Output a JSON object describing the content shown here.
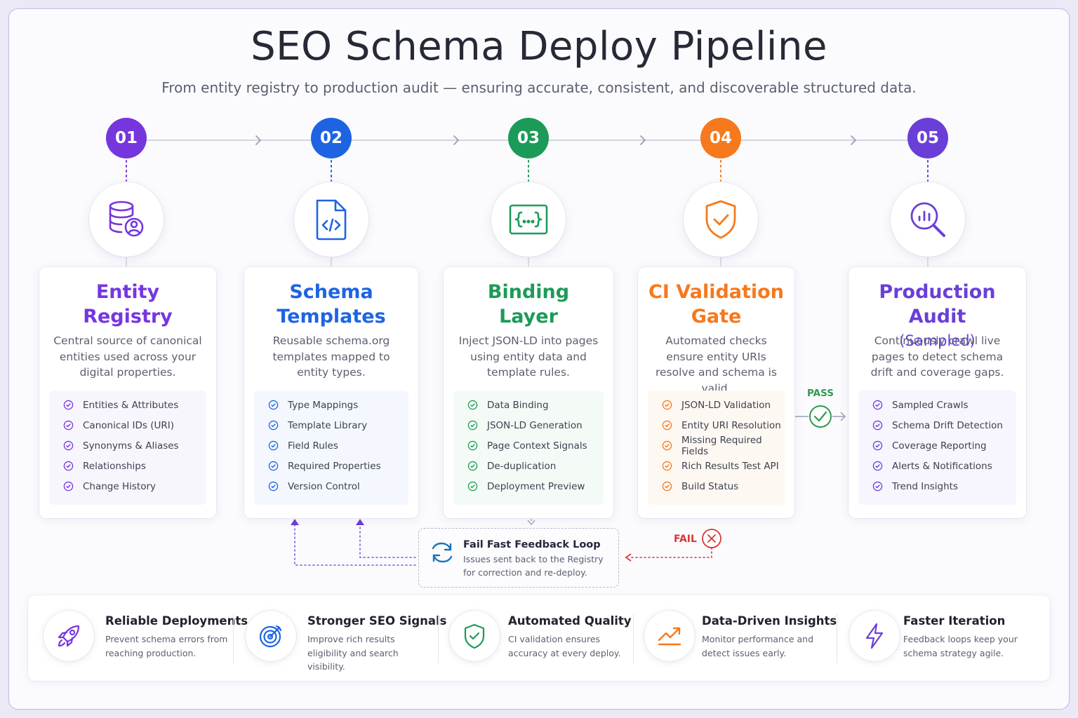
{
  "header": {
    "title": "SEO Schema Deploy Pipeline",
    "subtitle": "From entity registry to production audit — ensuring accurate, consistent, and discoverable structured data."
  },
  "colors": {
    "step1": "#7636de",
    "step2": "#1e64e2",
    "step3": "#1c9b58",
    "step4": "#f6791d",
    "step5": "#6a3fd8",
    "pass": "#2e9a4e",
    "fail": "#d93636"
  },
  "steps": [
    {
      "number": "01",
      "icon": "database-user-icon",
      "title_line1": "Entity",
      "title_line2": "Registry",
      "desc": "Central source of canonical entities used across your digital properties.",
      "items": [
        "Entities & Attributes",
        "Canonical IDs (URI)",
        "Synonyms & Aliases",
        "Relationships",
        "Change History"
      ]
    },
    {
      "number": "02",
      "icon": "code-file-icon",
      "title_line1": "Schema",
      "title_line2": "Templates",
      "desc": "Reusable schema.org templates mapped to entity types.",
      "items": [
        "Type Mappings",
        "Template Library",
        "Field Rules",
        "Required Properties",
        "Version Control"
      ]
    },
    {
      "number": "03",
      "icon": "json-braces-icon",
      "title_line1": "Binding",
      "title_line2": "Layer",
      "desc": "Inject JSON-LD into pages using entity data and template rules.",
      "items": [
        "Data Binding",
        "JSON-LD Generation",
        "Page Context Signals",
        "De-duplication",
        "Deployment Preview"
      ]
    },
    {
      "number": "04",
      "icon": "shield-check-icon",
      "title_line1": "CI Validation",
      "title_line2": "Gate",
      "desc": "Automated checks ensure entity URIs resolve and schema is valid.",
      "items": [
        "JSON-LD Validation",
        "Entity URI Resolution",
        "Missing Required Fields",
        "Rich Results Test API",
        "Build Status"
      ]
    },
    {
      "number": "05",
      "icon": "search-chart-icon",
      "title_line1": "Production Audit",
      "title_line2": "(Sampled)",
      "desc": "Continuously crawl live pages to detect schema drift and coverage gaps.",
      "items": [
        "Sampled Crawls",
        "Schema Drift Detection",
        "Coverage Reporting",
        "Alerts & Notifications",
        "Trend Insights"
      ]
    }
  ],
  "gate": {
    "pass_label": "PASS",
    "fail_label": "FAIL"
  },
  "feedback": {
    "title": "Fail Fast Feedback Loop",
    "desc": "Issues sent back to the Registry for correction and re-deploy."
  },
  "benefits": [
    {
      "icon": "rocket-icon",
      "title": "Reliable Deployments",
      "desc": "Prevent schema errors from reaching production."
    },
    {
      "icon": "target-icon",
      "title": "Stronger SEO Signals",
      "desc": "Improve rich results eligibility and search visibility."
    },
    {
      "icon": "shield-check-icon",
      "title": "Automated Quality",
      "desc": "CI validation ensures accuracy at every deploy."
    },
    {
      "icon": "trend-up-icon",
      "title": "Data-Driven Insights",
      "desc": "Monitor performance and detect issues early."
    },
    {
      "icon": "lightning-icon",
      "title": "Faster Iteration",
      "desc": "Feedback loops keep your schema strategy agile."
    }
  ]
}
